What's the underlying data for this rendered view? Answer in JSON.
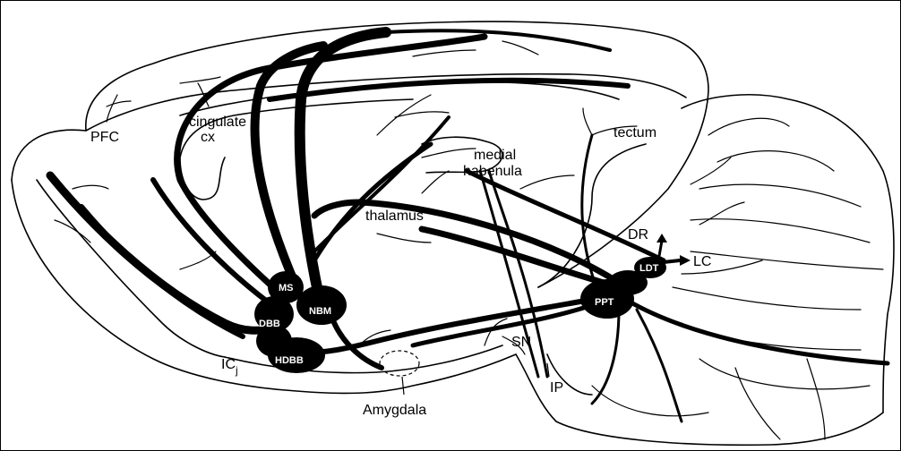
{
  "diagram": {
    "labels": {
      "pfc": "PFC",
      "cingulate": "cingulate",
      "cx": "cx",
      "tectum": "tectum",
      "medial": "medial",
      "habenula": "habenula",
      "thalamus": "thalamus",
      "dr": "DR",
      "lc": "LC",
      "sn": "SN",
      "ip": "IP",
      "icj_main": "IC",
      "icj_sub": "j",
      "amygdala": "Amygdala"
    },
    "nucleus_labels": {
      "ms": "MS",
      "dbb": "DBB",
      "nbm": "NBM",
      "hdbb": "HDBB",
      "ppt": "PPT",
      "ldt": "LDT"
    }
  }
}
